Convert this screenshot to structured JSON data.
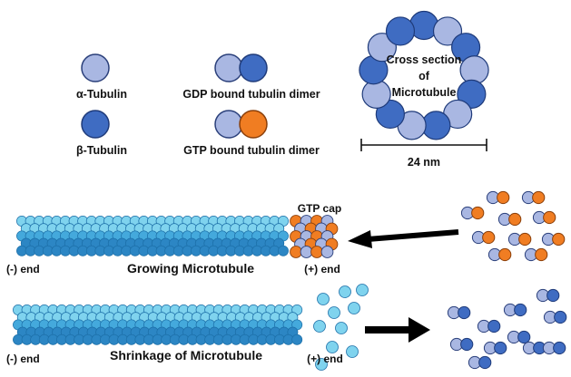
{
  "legend": {
    "alpha_tubulin": "α-Tubulin",
    "beta_tubulin": "β-Tubulin",
    "gdp_dimer": "GDP bound tubulin dimer",
    "gtp_dimer": "GTP bound tubulin dimer"
  },
  "cross_section": {
    "label_line1": "Cross section",
    "label_line2": "of",
    "label_line3": "Microtubule",
    "scale_label": "24 nm"
  },
  "growing": {
    "title": "Growing Microtubule",
    "minus_end": "(-) end",
    "plus_end": "(+) end",
    "cap_label": "GTP cap"
  },
  "shrinking": {
    "title": "Shrinkage of Microtubule",
    "minus_end": "(-) end",
    "plus_end": "(+) end"
  },
  "colors": {
    "alpha": "#a9b7e2",
    "beta": "#3f6cc2",
    "gtp": "#f07d22",
    "tube_light": "#7fd3ee",
    "tube_mid": "#44a9dc",
    "tube_dark": "#2c86c4",
    "arrow": "#000000"
  }
}
